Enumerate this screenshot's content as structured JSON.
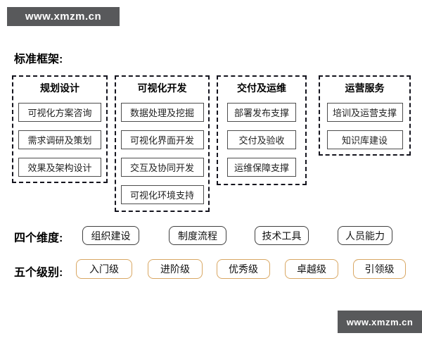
{
  "watermark_top": "www.xmzm.cn",
  "watermark_bottom": "www.xmzm.cn",
  "framework": {
    "label": "标准框架:",
    "columns": [
      {
        "title": "规划设计",
        "items": [
          "可视化方案咨询",
          "需求调研及策划",
          "效果及架构设计"
        ]
      },
      {
        "title": "可视化开发",
        "items": [
          "数据处理及挖掘",
          "可视化界面开发",
          "交互及协同开发",
          "可视化环境支持"
        ]
      },
      {
        "title": "交付及运维",
        "items": [
          "部署发布支撑",
          "交付及验收",
          "运维保障支撑"
        ]
      },
      {
        "title": "运营服务",
        "items": [
          "培训及运营支撑",
          "知识库建设"
        ]
      }
    ]
  },
  "dimensions": {
    "label": "四个维度:",
    "items": [
      "组织建设",
      "制度流程",
      "技术工具",
      "人员能力"
    ]
  },
  "levels": {
    "label": "五个级别:",
    "items": [
      "入门级",
      "进阶级",
      "优秀级",
      "卓越级",
      "引领级"
    ]
  },
  "colors": {
    "watermark_bg": "#58595b",
    "dashed_border": "#14141e",
    "item_border": "#4d4d4d",
    "dimension_border": "#3f3f3f",
    "level_border": "#d9a763",
    "background": "#ffffff"
  }
}
